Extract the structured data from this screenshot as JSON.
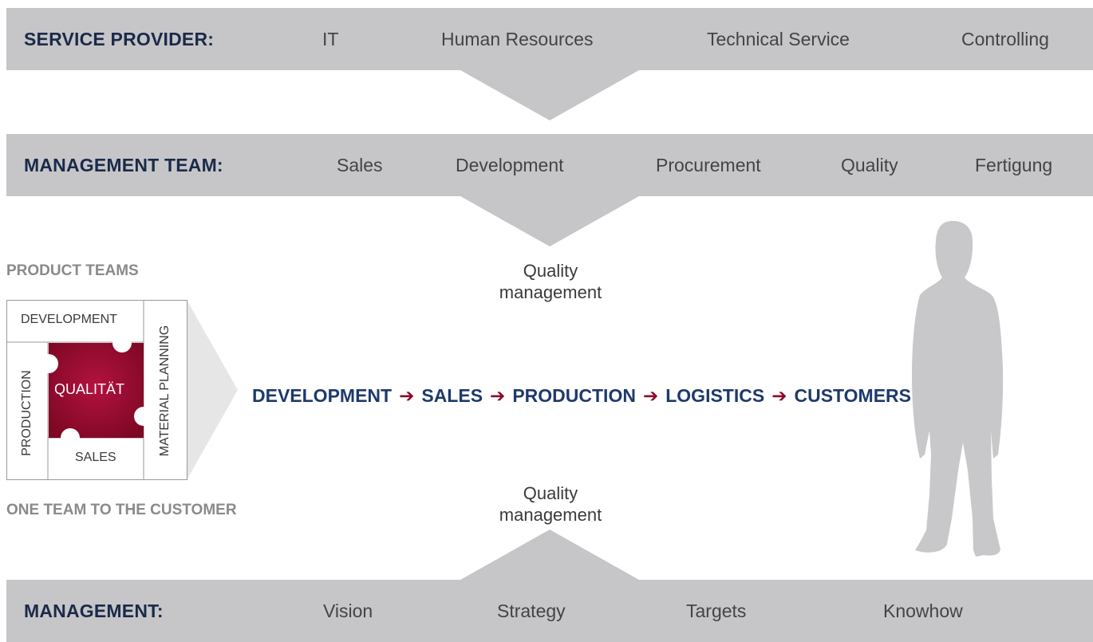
{
  "service_provider": {
    "label": "SERVICE PROVIDER:",
    "items": [
      "IT",
      "Human Resources",
      "Technical Service",
      "Controlling"
    ]
  },
  "management_team": {
    "label": "MANAGEMENT TEAM:",
    "items": [
      "Sales",
      "Development",
      "Procurement",
      "Quality",
      "Fertigung"
    ]
  },
  "management": {
    "label": "MANAGEMENT:",
    "items": [
      "Vision",
      "Strategy",
      "Targets",
      "Knowhow"
    ]
  },
  "product_teams": {
    "title": "PRODUCT TEAMS",
    "subtitle": "ONE TEAM TO THE CUSTOMER",
    "cells": {
      "top": "DEVELOPMENT",
      "left": "PRODUCTION",
      "center": "QUALITÄT",
      "bottom": "SALES",
      "right": "MATERIAL PLANNING"
    }
  },
  "quality_management": {
    "top_line1": "Quality",
    "top_line2": "management",
    "bottom_line1": "Quality",
    "bottom_line2": "management"
  },
  "flow": {
    "steps": [
      "DEVELOPMENT",
      "SALES",
      "PRODUCTION",
      "LOGISTICS",
      "CUSTOMERS"
    ],
    "arrow": "➔"
  },
  "colors": {
    "band": "#c6c6c8",
    "label_navy": "#1b2a4a",
    "flow_blue": "#1e3a6b",
    "accent_red": "#8b0a2c",
    "silhouette": "#c8c8ca"
  }
}
